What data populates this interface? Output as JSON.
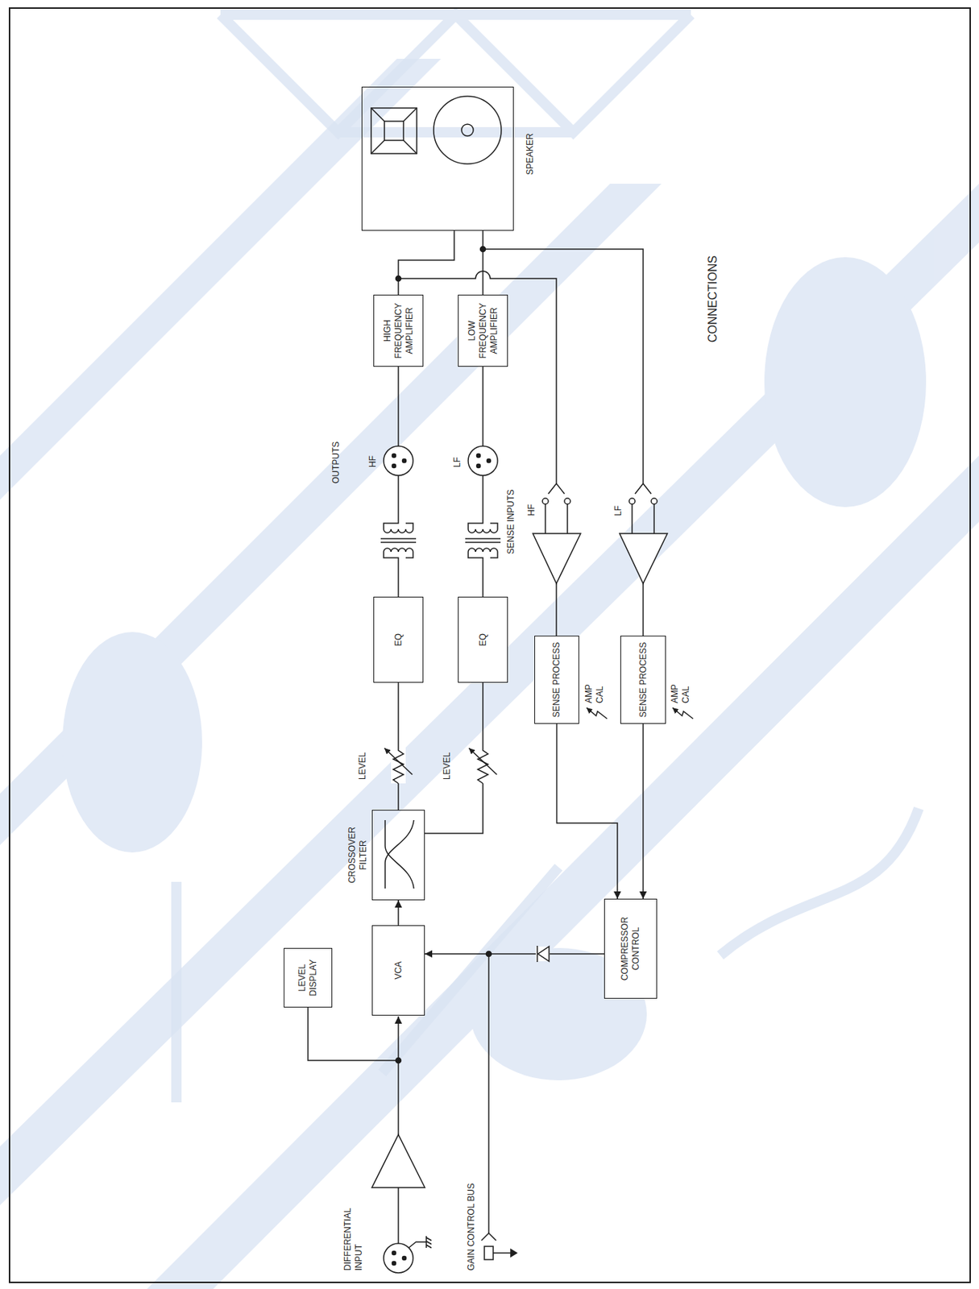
{
  "diagram": {
    "nodes": [
      {
        "text": [
          "LEVEL DISPLAY"
        ]
      },
      {
        "text": [
          "VCA"
        ]
      },
      {
        "text": [
          "CROSSOVER FILTER"
        ]
      },
      {
        "text": [
          "EQ"
        ]
      },
      {
        "text": [
          "EQ"
        ]
      },
      {
        "text": [
          "HIGH FREQUENCY AMPLIFIER"
        ]
      },
      {
        "text": [
          "LOW FREQUENCY AMPLIFIER"
        ]
      },
      {
        "text": [
          "SPEAKER"
        ]
      },
      {
        "text": [
          "SENSE PROCESS"
        ]
      },
      {
        "text": [
          "SENSE PROCESS"
        ]
      },
      {
        "text": [
          "COMPRESSOR CONTROL"
        ]
      }
    ],
    "edges": [
      {
        "from": 1,
        "to": 2,
        "arrow": "to"
      },
      {
        "from": 2,
        "to": 3,
        "arrow": "none"
      },
      {
        "from": 2,
        "to": 4,
        "arrow": "none"
      },
      {
        "from": 5,
        "to": 7,
        "arrow": "none"
      },
      {
        "from": 6,
        "to": 7,
        "arrow": "none"
      },
      {
        "from": 8,
        "to": 10,
        "arrow": "to"
      },
      {
        "from": 9,
        "to": 10,
        "arrow": "to"
      },
      {
        "from": 10,
        "to": 1,
        "arrow": "to"
      }
    ],
    "labels": [
      "DIFFERENTIAL INPUT",
      "GAIN CONTROL BUS",
      "LEVEL",
      "LEVEL",
      "OUTPUTS",
      "HF",
      "LF",
      "SENSE INPUTS",
      "HF",
      "LF",
      "AMP CAL",
      "AMP CAL",
      "CONNECTIONS"
    ]
  }
}
